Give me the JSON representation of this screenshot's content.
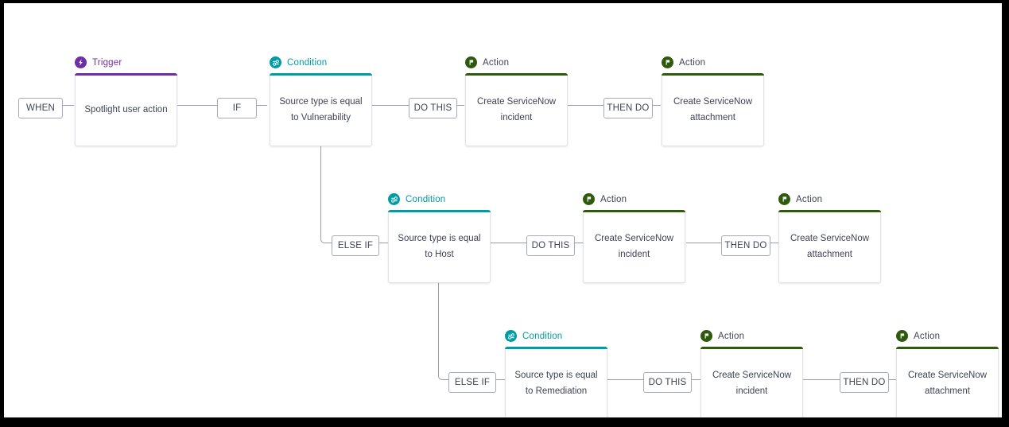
{
  "canvas": {
    "background": "#ffffff",
    "frame_color": "#000000",
    "line_color": "#9a9ab8"
  },
  "palette": {
    "trigger": "#6f2da8",
    "condition": "#009ca6",
    "action": "#2e5a0c",
    "text": "#3f4355",
    "pill_border": "#a7a7c4",
    "node_border": "#e2e2ea"
  },
  "connectors": [
    {
      "id": "when",
      "label": "WHEN"
    },
    {
      "id": "if",
      "label": "IF"
    },
    {
      "id": "do-this-1",
      "label": "DO THIS"
    },
    {
      "id": "then-do-1",
      "label": "THEN DO"
    },
    {
      "id": "else-if-1",
      "label": "ELSE IF"
    },
    {
      "id": "do-this-2",
      "label": "DO THIS"
    },
    {
      "id": "then-do-2",
      "label": "THEN DO"
    },
    {
      "id": "else-if-2",
      "label": "ELSE IF"
    },
    {
      "id": "do-this-3",
      "label": "DO THIS"
    },
    {
      "id": "then-do-3",
      "label": "THEN DO"
    }
  ],
  "nodes": {
    "trigger": {
      "type_label": "Trigger",
      "icon": "lightning-bolt-icon",
      "accent": "#6f2da8",
      "body": "Spotlight user action"
    },
    "condition_1": {
      "type_label": "Condition",
      "icon": "condition-settings-icon",
      "accent": "#009ca6",
      "body": "Source type is equal\nto Vulnerability"
    },
    "action_1a": {
      "type_label": "Action",
      "icon": "action-flag-icon",
      "accent": "#2e5a0c",
      "body": "Create ServiceNow\nincident"
    },
    "action_1b": {
      "type_label": "Action",
      "icon": "action-flag-icon",
      "accent": "#2e5a0c",
      "body": "Create ServiceNow\nattachment"
    },
    "condition_2": {
      "type_label": "Condition",
      "icon": "condition-settings-icon",
      "accent": "#009ca6",
      "body": "Source type is equal\nto Host"
    },
    "action_2a": {
      "type_label": "Action",
      "icon": "action-flag-icon",
      "accent": "#2e5a0c",
      "body": "Create ServiceNow\nincident"
    },
    "action_2b": {
      "type_label": "Action",
      "icon": "action-flag-icon",
      "accent": "#2e5a0c",
      "body": "Create ServiceNow\nattachment"
    },
    "condition_3": {
      "type_label": "Condition",
      "icon": "condition-settings-icon",
      "accent": "#009ca6",
      "body": "Source type is equal\nto Remediation"
    },
    "action_3a": {
      "type_label": "Action",
      "icon": "action-flag-icon",
      "accent": "#2e5a0c",
      "body": "Create ServiceNow\nincident"
    },
    "action_3b": {
      "type_label": "Action",
      "icon": "action-flag-icon",
      "accent": "#2e5a0c",
      "body": "Create ServiceNow\nattachment"
    }
  }
}
